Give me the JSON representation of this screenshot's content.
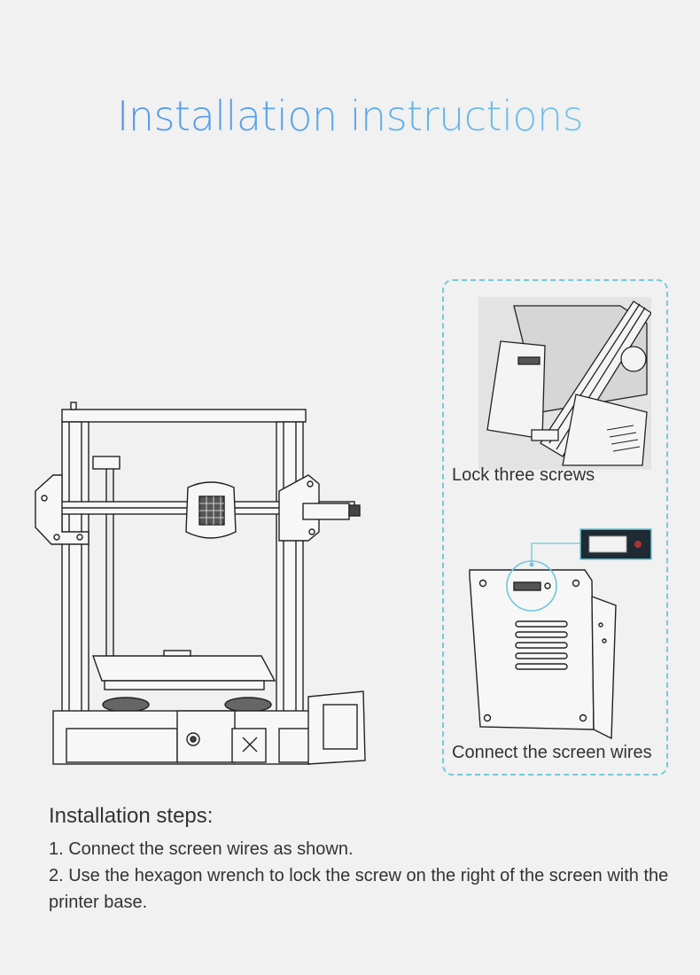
{
  "title": "Installation instructions",
  "caption_lock": "Lock three screws",
  "caption_connect": "Connect the screen wires",
  "steps": {
    "heading": "Installation steps:",
    "step1": "1. Connect the screen wires as shown.",
    "step2": "2. Use the hexagon wrench to lock the screw on the right of the screen with the printer base."
  },
  "colors": {
    "background": "#f1f1f1",
    "title_gradient_start": "#4f8fee",
    "title_gradient_end": "#7fd3e6",
    "accent_dashed": "#74c9dc"
  },
  "icons": {
    "printer": "3d-printer-illustration",
    "screw_detail": "screen-mount-screws-photo",
    "screen_plate": "screen-back-plate-illustration",
    "connector": "cable-connector-photo"
  }
}
